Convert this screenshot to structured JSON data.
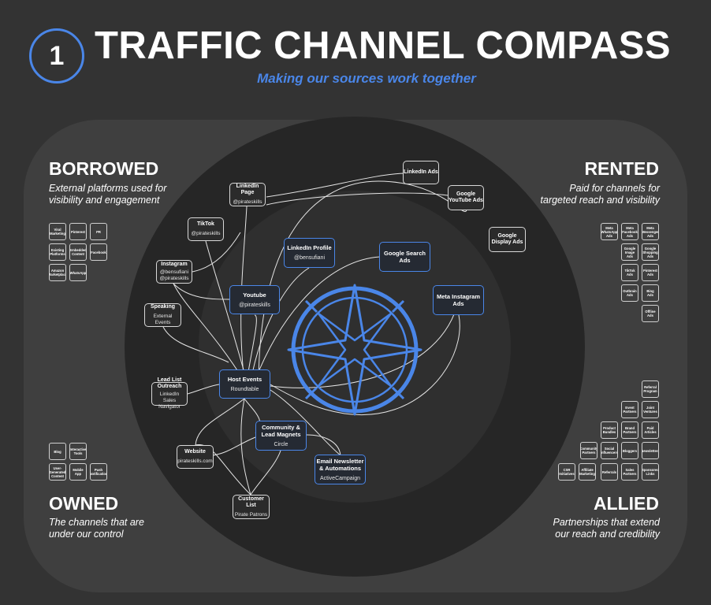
{
  "header": {
    "number": "1",
    "title": "TRAFFIC CHANNEL COMPASS",
    "subtitle": "Making our sources work together"
  },
  "quadrants": {
    "borrowed": {
      "title": "BORROWED",
      "desc_line1": "External platforms used for",
      "desc_line2": "visibility and engagement"
    },
    "rented": {
      "title": "RENTED",
      "desc_line1": "Paid for channels for",
      "desc_line2": "targeted reach and visibility"
    },
    "owned": {
      "title": "OWNED",
      "desc_line1": "The channels that are",
      "desc_line2": "under our control"
    },
    "allied": {
      "title": "ALLIED",
      "desc_line1": "Partnerships that extend",
      "desc_line2": "our reach and credibility"
    }
  },
  "nodes": {
    "linkedin_ads": {
      "title": "LinkedIn Ads"
    },
    "linkedin_page": {
      "title": "LinkedIn Page",
      "sub": "@pirateskills"
    },
    "google_youtube_ads": {
      "title": "Google YouTube Ads"
    },
    "google_display_ads": {
      "title": "Google Display Ads"
    },
    "tiktok": {
      "title": "TikTok",
      "sub": "@pirateskills"
    },
    "linkedin_profile": {
      "title": "LinkedIn Profile",
      "sub": "@bensufiani"
    },
    "google_search_ads": {
      "title": "Google Search Ads"
    },
    "instagram": {
      "title": "Instagram",
      "sub1": "@bensufiani",
      "sub2": "@pirateskills"
    },
    "youtube": {
      "title": "Youtube",
      "sub": "@pirateskills"
    },
    "meta_instagram_ads": {
      "title": "Meta Instagram Ads"
    },
    "speaking": {
      "title": "Speaking",
      "sub": "External Events"
    },
    "host_events": {
      "title": "Host Events",
      "sub": "Roundtable"
    },
    "lead_list": {
      "title": "Lead List Outreach",
      "sub": "LinkedIn Sales Navigator"
    },
    "community": {
      "title": "Community & Lead Magnets",
      "sub": "Circle"
    },
    "website": {
      "title": "Website",
      "sub": "pirateskills.com"
    },
    "email": {
      "title": "Email Newsletter & Automations",
      "sub": "ActiveCampaign"
    },
    "customer_list": {
      "title": "Customer List",
      "sub": "Pirate Patrons"
    }
  },
  "borrowed_minis": [
    "Viral Marketing",
    "Pinterest",
    "PR",
    "Existing Platforms",
    "Embedded Content",
    "Facebook",
    "Amazon Marketplace",
    "WhatsApp"
  ],
  "rented_minis": [
    "Meta Facebook Ads",
    "Meta WhatsApp Ads",
    "Meta Messenger Ads",
    "Google Image Ads",
    "Google Shopping Ads",
    "TikTok Ads",
    "Pinterest Ads",
    "Outbrain Ads",
    "Bing Ads",
    "Offline Ads"
  ],
  "owned_minis": [
    "Blog",
    "Interactive Tools",
    "User-Generated Content",
    "Mobile App",
    "Push Notification"
  ],
  "allied_minis": [
    "Referral Program",
    "Event Partners",
    "Joint Ventures",
    "Product Bundles",
    "Brand Partners",
    "Paid Articles",
    "Community Partners",
    "Social Influencers",
    "Bloggers",
    "Newsletters",
    "CSR Initiatives",
    "Affiliate Marketing",
    "Referrals",
    "Sales Partners",
    "Sponsored Links"
  ],
  "colors": {
    "background": "#333333",
    "panel": "#3f3f3f",
    "outer_circle": "#262626",
    "inner_circle": "#2f2f2f",
    "accent": "#4a86e8",
    "text": "#ffffff"
  }
}
